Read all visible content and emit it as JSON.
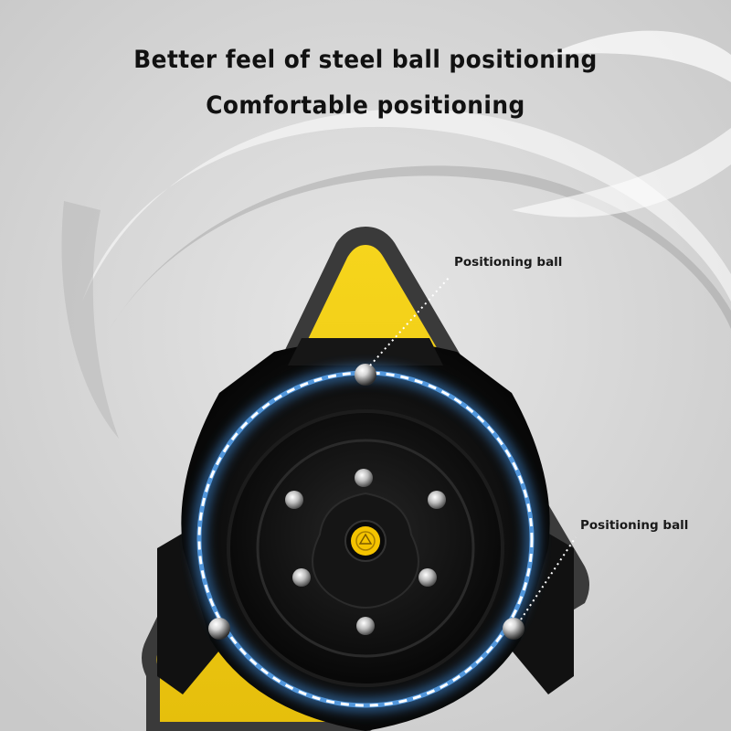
{
  "headline": {
    "line1": "Better feel of steel ball positioning",
    "line2": "Comfortable positioning"
  },
  "callouts": [
    {
      "label": "Positioning ball"
    },
    {
      "label": "Positioning ball"
    }
  ],
  "colors": {
    "background": "#d6d6d6",
    "triangle_yellow": "#f2cf12",
    "triangle_frame": "#3a3a3a",
    "housing_black": "#0d0d0d",
    "ring_glow": "#3f8fe0",
    "ring_dash": "#ffffff",
    "bubble_yellow": "#f5c400"
  },
  "icons": {
    "positioning_ball": "steel-ball",
    "level_bubble": "bubble-level"
  }
}
